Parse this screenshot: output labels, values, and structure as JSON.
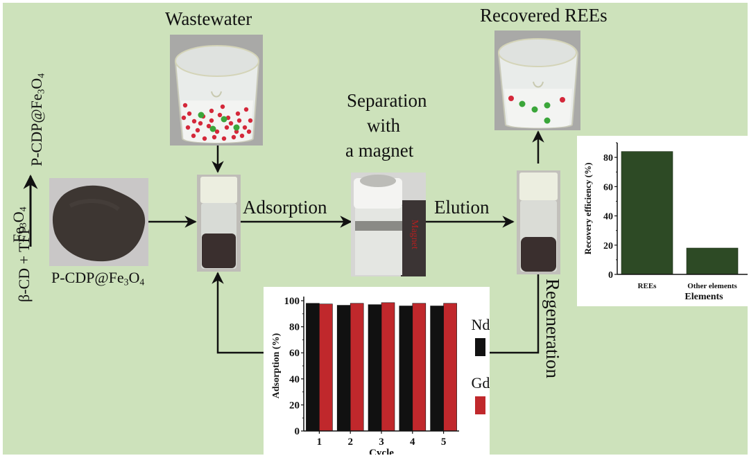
{
  "labels": {
    "wastewater": "Wastewater",
    "recovered": "Recovered REEs",
    "separation_line1": "Separation",
    "separation_line2": "with",
    "separation_line3": "a magnet",
    "adsorption": "Adsorption",
    "elution": "Elution",
    "regeneration": "Regeneration",
    "magnet_text": "Magnet",
    "powder_caption_prefix": "P-CDP@Fe",
    "powder_caption_sub1": "3",
    "powder_caption_mid": "O",
    "powder_caption_sub2": "4",
    "synthesis_reactants": "β-CD + TFP",
    "synthesis_reagent_prefix": "Fe",
    "synthesis_reagent_sub1": "3",
    "synthesis_reagent_mid": "O",
    "synthesis_reagent_sub2": "4",
    "synthesis_product_prefix": "P-CDP@Fe",
    "synthesis_product_sub1": "3",
    "synthesis_product_mid": "O",
    "synthesis_product_sub2": "4"
  },
  "colors": {
    "background": "#cde2bb",
    "nd": "#111111",
    "gd": "#c0282c",
    "recovery_bar": "#2d4a25",
    "dot_red": "#d4283a",
    "dot_green": "#3aa63a"
  },
  "chart_data": [
    {
      "type": "bar",
      "title": "",
      "categories": [
        "1",
        "2",
        "3",
        "4",
        "5"
      ],
      "series": [
        {
          "name": "Nd",
          "values": [
            98,
            96.5,
            97,
            96,
            96
          ]
        },
        {
          "name": "Gd",
          "values": [
            97.5,
            98,
            98.5,
            98,
            98
          ]
        }
      ],
      "xlabel": "Cycle",
      "ylabel": "Adsorption (%)",
      "ylim": [
        0,
        100
      ],
      "yticks": [
        "0",
        "20",
        "40",
        "60",
        "80",
        "100"
      ],
      "legend": "right",
      "grid": false
    },
    {
      "type": "bar",
      "title": "",
      "categories": [
        "REEs",
        "Other elements"
      ],
      "values": [
        84,
        18
      ],
      "xlabel": "Elements",
      "ylabel": "Recovery efficiency (%)",
      "ylim": [
        0,
        90
      ],
      "yticks": [
        "0",
        "20",
        "40",
        "60",
        "80"
      ],
      "grid": false
    }
  ]
}
